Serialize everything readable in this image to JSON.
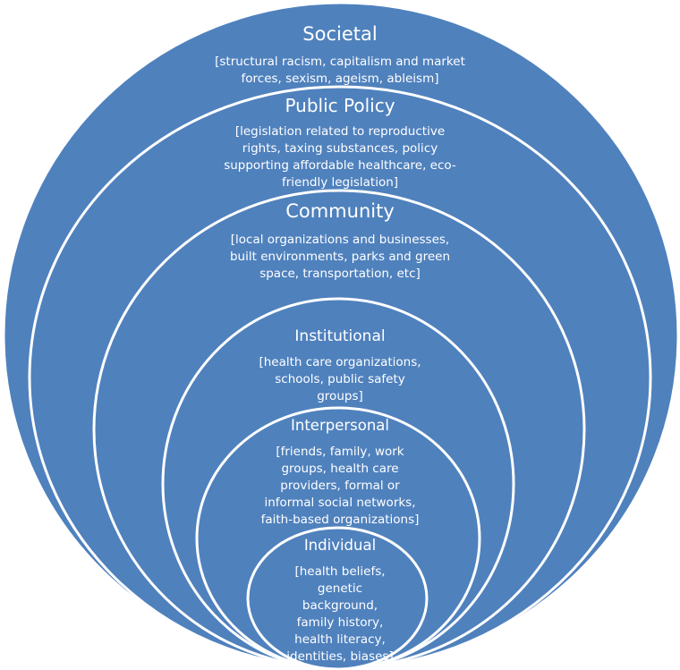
{
  "colors": {
    "fill": "#4f81bd",
    "stroke": "#ffffff",
    "text": "#ffffff"
  },
  "layers": [
    {
      "title": "Societal",
      "lines": [
        "[structural racism, capitalism and market",
        "forces, sexism, ageism, ableism]"
      ]
    },
    {
      "title": "Public Policy",
      "lines": [
        "[legislation related to reproductive",
        "rights, taxing substances, policy",
        "supporting affordable healthcare, eco-",
        "friendly legislation]"
      ]
    },
    {
      "title": "Community",
      "lines": [
        "[local organizations and businesses,",
        "built environments, parks and green",
        "space, transportation, etc]"
      ]
    },
    {
      "title": "Institutional",
      "lines": [
        "[health care organizations,",
        "schools, public safety",
        "groups]"
      ]
    },
    {
      "title": "Interpersonal",
      "lines": [
        "[friends, family, work",
        "groups, health care",
        "providers, formal or",
        "informal social networks,",
        "faith-based organizations]"
      ]
    },
    {
      "title": "Individual",
      "lines": [
        "[health beliefs,",
        "genetic",
        "background,",
        "family history,",
        "health literacy,",
        "identities, biases]"
      ]
    }
  ]
}
